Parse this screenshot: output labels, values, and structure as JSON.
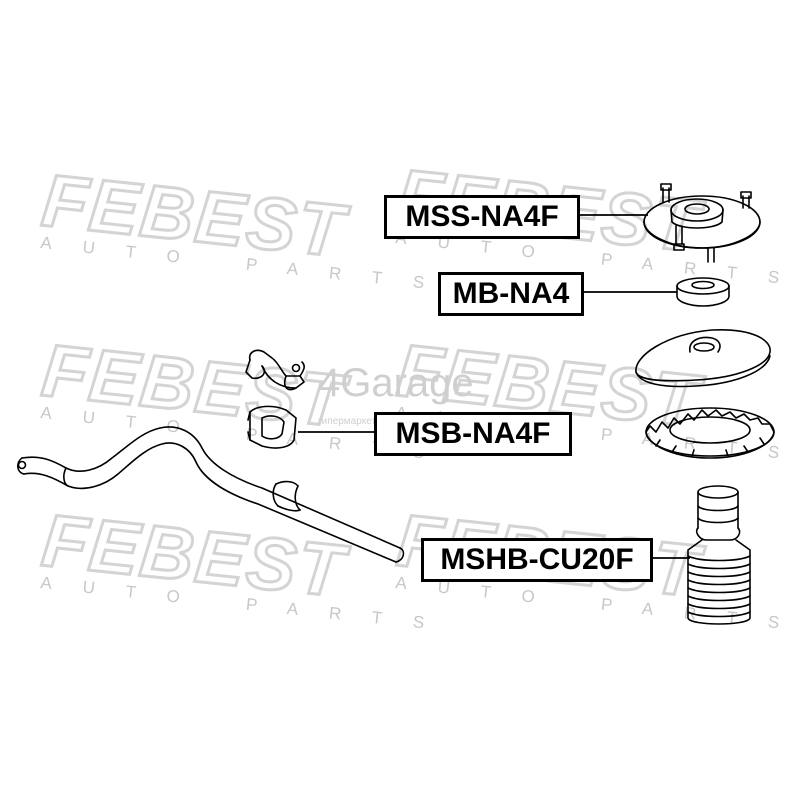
{
  "watermark": {
    "brand": "FEBEST",
    "subtitle": "AUTO PARTS",
    "site": "4Garage",
    "site_sub": "гипермаркет"
  },
  "parts": [
    {
      "id": "upper-mount",
      "label": "MSS-NA4F"
    },
    {
      "id": "bearing",
      "label": "MB-NA4"
    },
    {
      "id": "stabilizer-bushing",
      "label": "MSB-NA4F"
    },
    {
      "id": "shock-boot",
      "label": "MSHB-CU20F"
    }
  ],
  "colors": {
    "ink": "#000000",
    "watermark": "#d9d9d9",
    "background": "#ffffff"
  }
}
